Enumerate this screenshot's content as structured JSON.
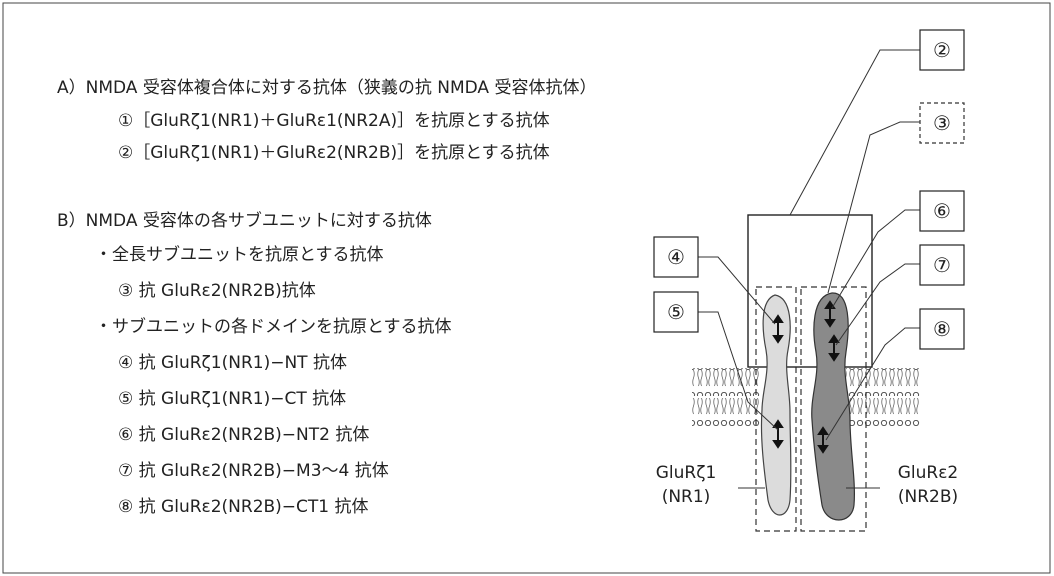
{
  "sectionA": {
    "heading": "A）NMDA 受容体複合体に対する抗体（狭義の抗 NMDA 受容体抗体）",
    "items": [
      "①［GluRζ1(NR1)＋GluRε1(NR2A)］を抗原とする抗体",
      "②［GluRζ1(NR1)＋GluRε2(NR2B)］を抗原とする抗体"
    ]
  },
  "sectionB": {
    "heading": "B）NMDA 受容体の各サブユニットに対する抗体",
    "sub1": "・全長サブユニットを抗原とする抗体",
    "sub1_items": [
      "③ 抗 GluRε2(NR2B)抗体"
    ],
    "sub2": "・サブユニットの各ドメインを抗原とする抗体",
    "sub2_items": [
      "④ 抗 GluRζ1(NR1)−NT 抗体",
      "⑤ 抗 GluRζ1(NR1)−CT 抗体",
      "⑥ 抗 GluRε2(NR2B)−NT2 抗体",
      "⑦ 抗 GluRε2(NR2B)−M3〜4 抗体",
      "⑧ 抗 GluRε2(NR2B)−CT1 抗体"
    ]
  },
  "diagram": {
    "callouts": [
      "②",
      "③",
      "④",
      "⑤",
      "⑥",
      "⑦",
      "⑧"
    ],
    "label_left_line1": "GluRζ1",
    "label_left_line2": "(NR1)",
    "label_right_line1": "GluRε2",
    "label_right_line2": "(NR2B)"
  }
}
